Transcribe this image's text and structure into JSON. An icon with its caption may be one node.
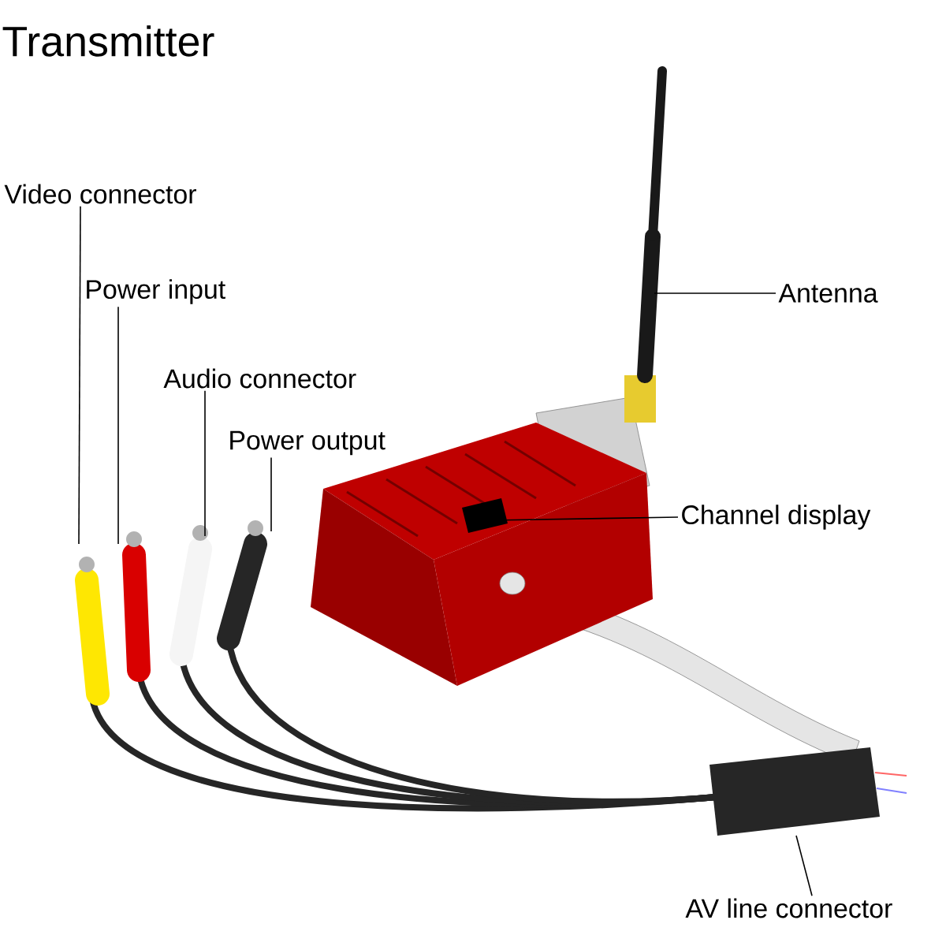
{
  "diagram": {
    "title": "Transmitter",
    "nodes": [
      {
        "text": [
          "Video connector"
        ]
      },
      {
        "text": [
          "Power input"
        ]
      },
      {
        "text": [
          "Audio connector"
        ]
      },
      {
        "text": [
          "Power output"
        ]
      },
      {
        "text": [
          "Antenna"
        ]
      },
      {
        "text": [
          "Channel display"
        ]
      },
      {
        "text": [
          "AV line connector"
        ]
      }
    ],
    "edges": [
      {
        "from": 0,
        "to": null,
        "arrow": "none"
      },
      {
        "from": 1,
        "to": null,
        "arrow": "none"
      },
      {
        "from": 2,
        "to": null,
        "arrow": "none"
      },
      {
        "from": 3,
        "to": null,
        "arrow": "none"
      },
      {
        "from": 4,
        "to": null,
        "arrow": "none"
      },
      {
        "from": 5,
        "to": null,
        "arrow": "none"
      },
      {
        "from": 6,
        "to": null,
        "arrow": "none"
      }
    ]
  }
}
